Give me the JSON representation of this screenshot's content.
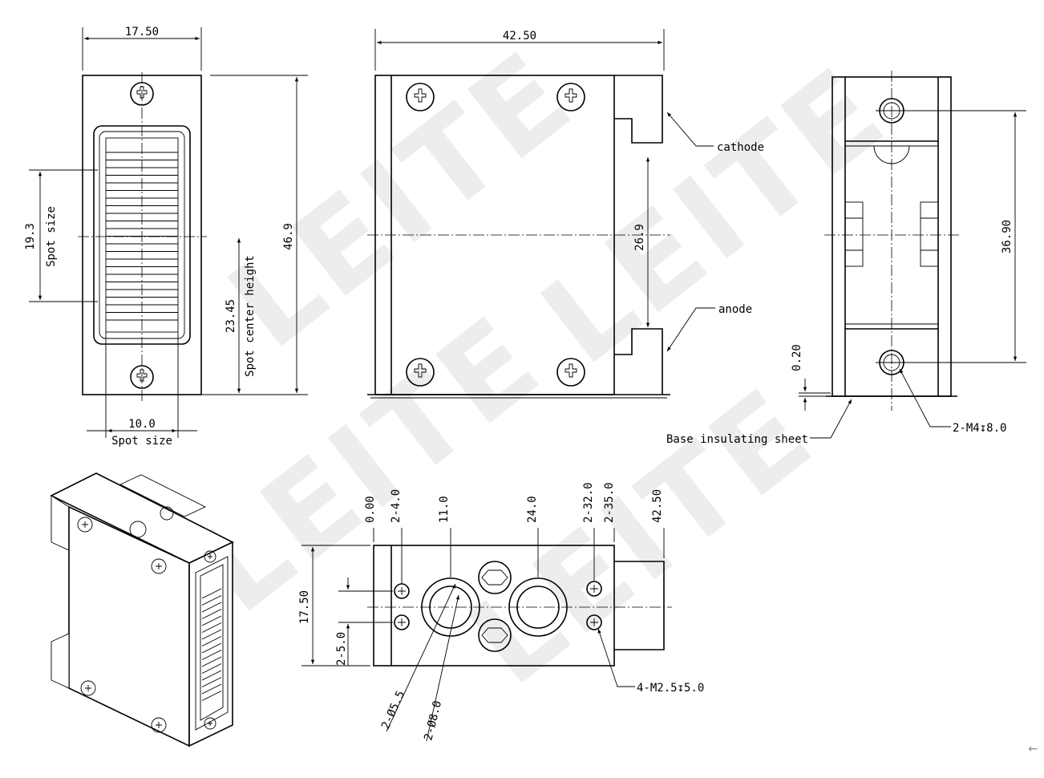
{
  "front_view": {
    "width_dim": "17.50",
    "height_dim": "46.9",
    "spot_size_height": "19.3",
    "spot_size_height_label": "Spot size",
    "spot_center_height": "23.45",
    "spot_center_height_label": "Spot center height",
    "spot_size_width": "10.0",
    "spot_size_width_label": "Spot size"
  },
  "side_view": {
    "length_dim": "42.50",
    "electrode_spacing": "26.9",
    "cathode_label": "cathode",
    "anode_label": "anode"
  },
  "end_view": {
    "hole_spacing": "36.90",
    "insulator_thickness": "0.20",
    "base_sheet_label": "Base insulating sheet",
    "thread_label": "2-M4↧8.0"
  },
  "bottom_view": {
    "x_positions": [
      "0.00",
      "2-4.0",
      "11.0",
      "24.0",
      "2-32.0",
      "2-35.0",
      "42.50"
    ],
    "width_dim": "17.50",
    "hole_offset": "2-5.0",
    "dia_small": "2-Ø5.5",
    "dia_large": "2-Ø8.0",
    "thread_label": "4-M2.5↧5.0"
  },
  "watermark": {
    "text": "LEITE"
  },
  "corner_glyph": "←"
}
